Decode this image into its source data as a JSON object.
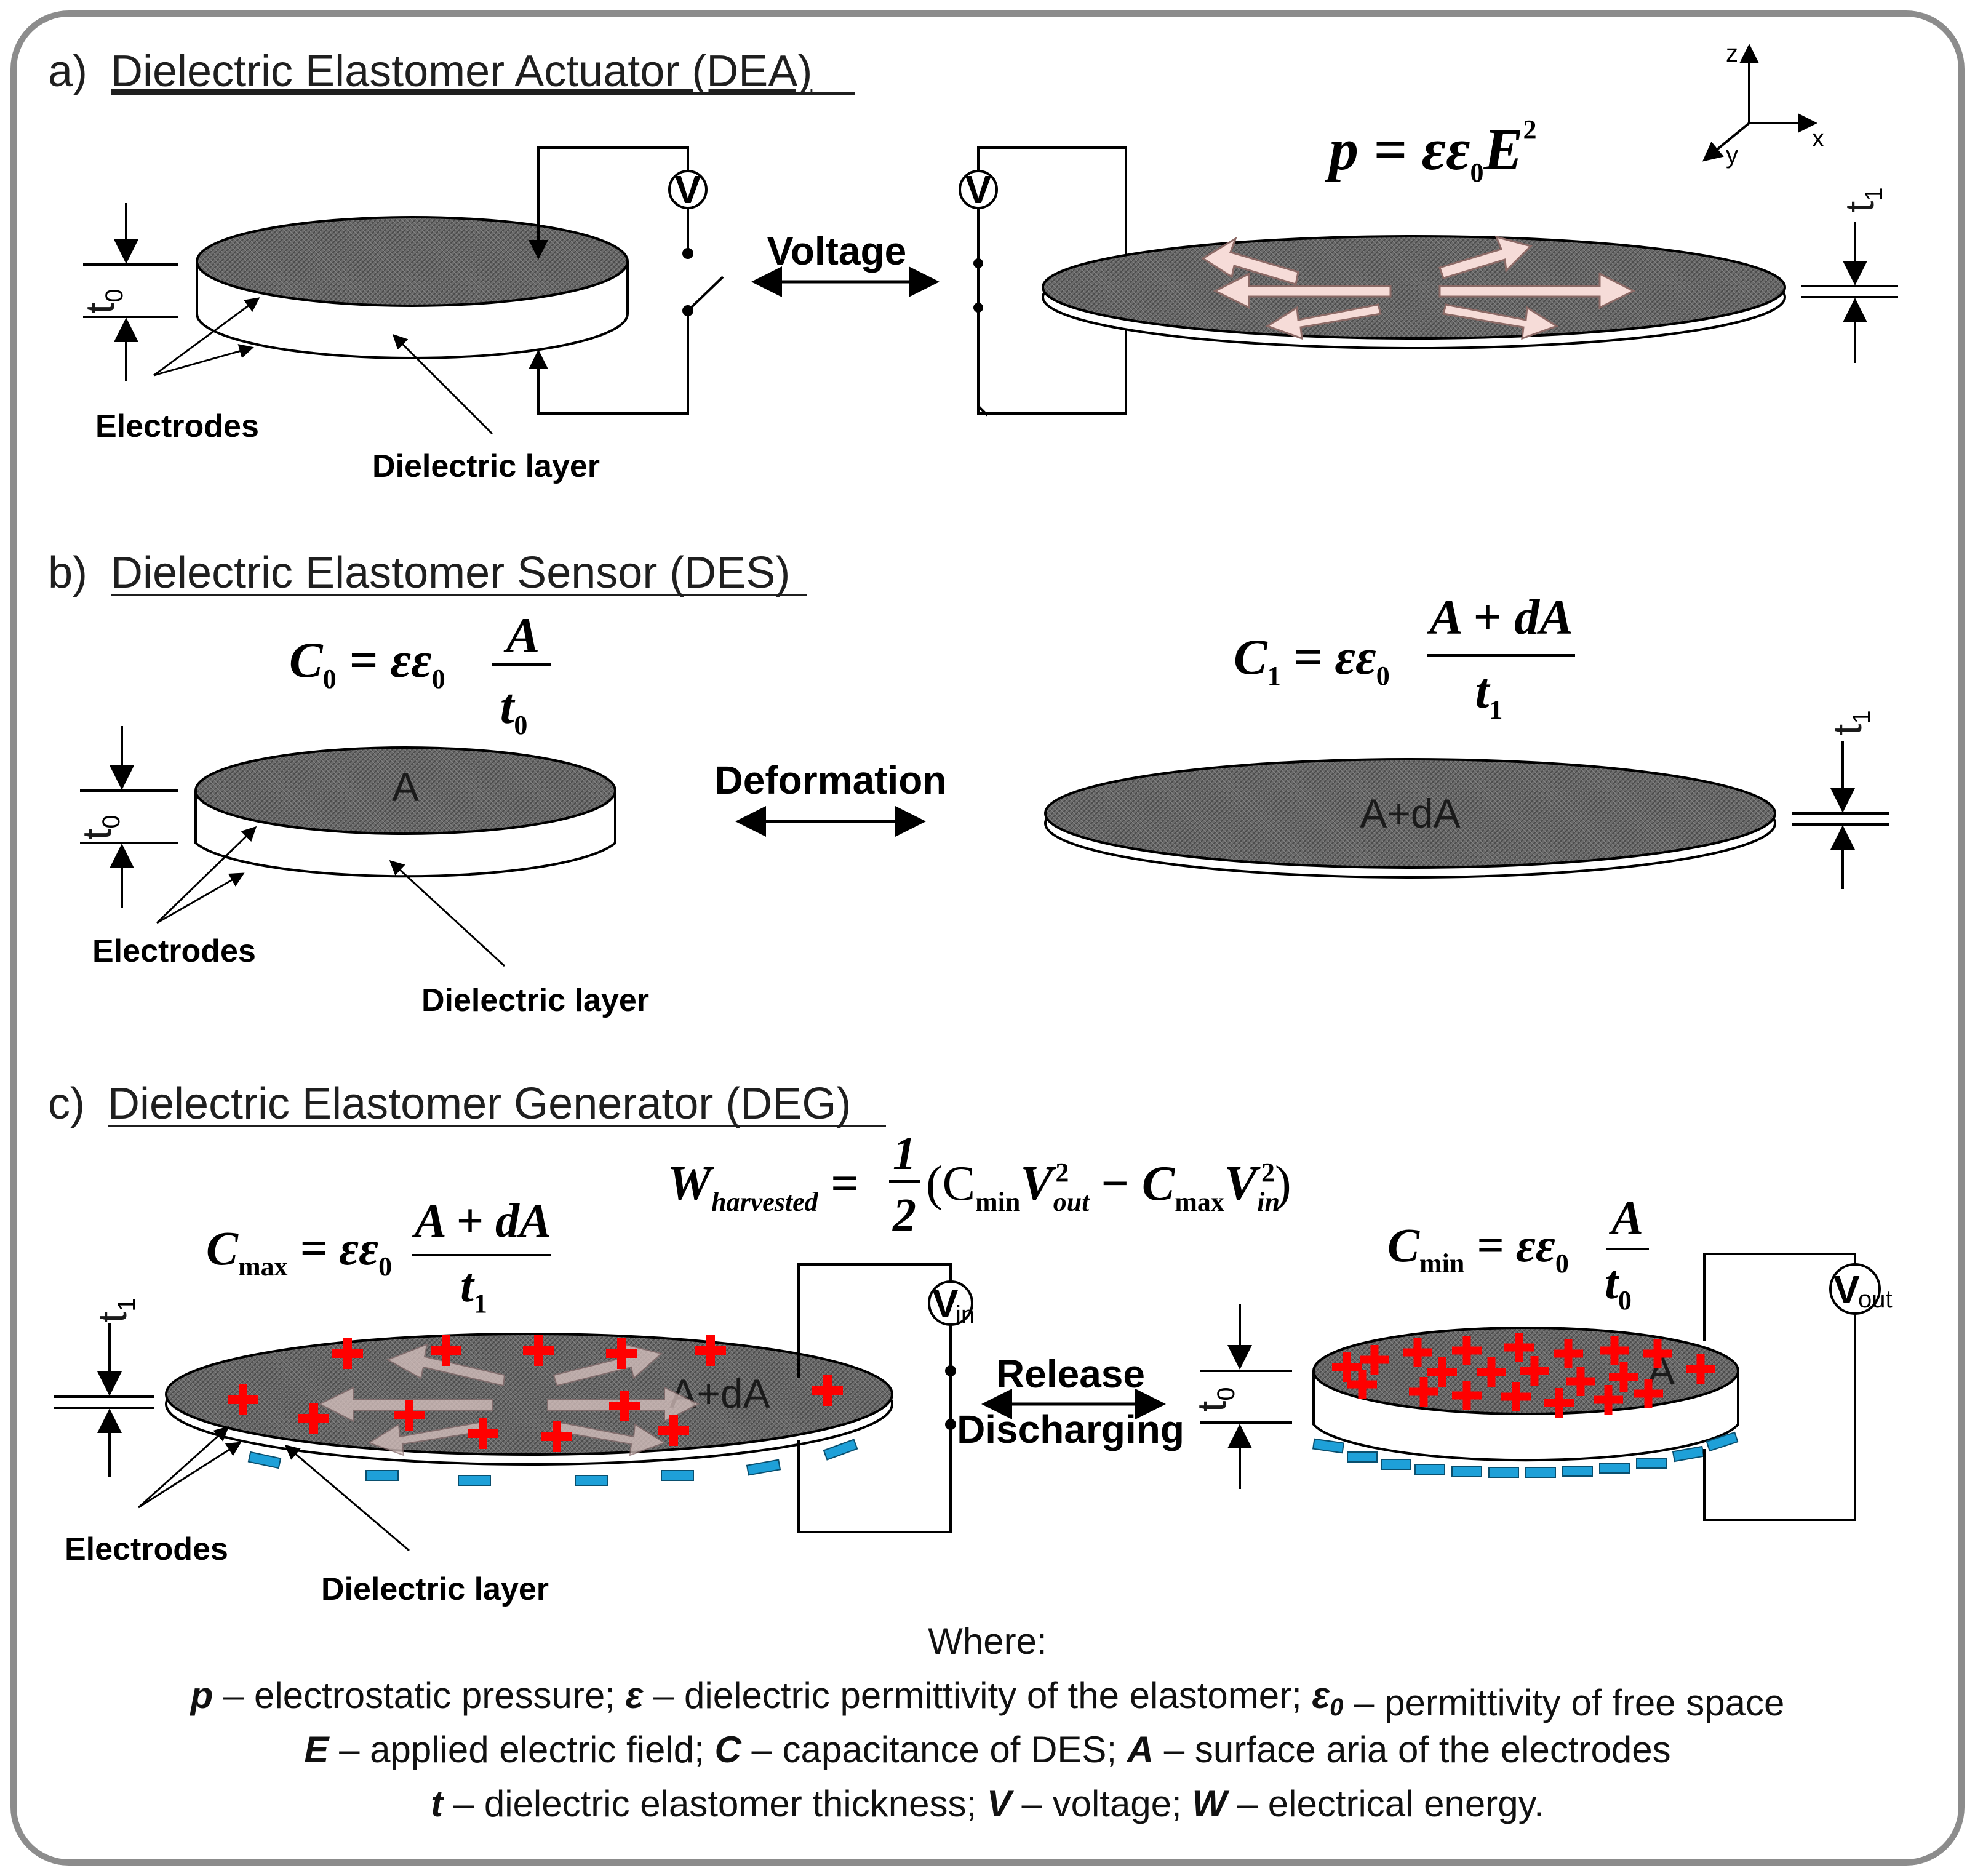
{
  "sections": {
    "a": {
      "letter": "a)",
      "title": "Dielectric Elastomer Actuator (DEA)"
    },
    "b": {
      "letter": "b)",
      "title": "Dielectric Elastomer Sensor (DES)"
    },
    "c": {
      "letter": "c)",
      "title": "Dielectric Elastomer Generator (DEG)"
    }
  },
  "labels": {
    "electrodes": "Electrodes",
    "dielectric_layer": "Dielectric layer",
    "voltage": "Voltage",
    "deformation": "Deformation",
    "release": "Release",
    "discharging": "Discharging",
    "area": "A",
    "area_stretched": "A+dA",
    "voltmeter": "V",
    "v_in": "in",
    "v_out": "out",
    "t_base": "t",
    "t0_sub": "0",
    "t1_sub": "1"
  },
  "axes": {
    "z": "z",
    "x": "x",
    "y": "y"
  },
  "equations": {
    "pressure": {
      "lhs": "p",
      "eq": " = εε",
      "sub": "0",
      "var": "E",
      "sup": "2"
    },
    "c0": {
      "lhs": "C",
      "lhs_sub": "0",
      "eq": " = εε",
      "sub": "0",
      "num": "A",
      "den": "t",
      "den_sub": "0"
    },
    "c1": {
      "lhs": "C",
      "lhs_sub": "1",
      "eq": " = εε",
      "sub": "0",
      "num": "A + dA",
      "den": "t",
      "den_sub": "1"
    },
    "cmax": {
      "lhs": "C",
      "lhs_sub": "max",
      "eq": " = εε",
      "sub": "0",
      "num": "A + dA",
      "den": "t",
      "den_sub": "1"
    },
    "cmin": {
      "lhs": "C",
      "lhs_sub": "min",
      "eq": " = εε",
      "sub": "0",
      "num": "A",
      "den": "t",
      "den_sub": "0"
    },
    "w": {
      "lhs": "W",
      "lhs_sub": "harvested",
      "eq": " = ",
      "num": "1",
      "den": "2",
      "open": "(C",
      "s1": "min",
      "v1": "V",
      "v1sub": "out",
      "sq": "2",
      "mid": " − C",
      "s2": "max",
      "v2": "V",
      "v2sub": "in",
      "close": ")"
    }
  },
  "legend": {
    "where": "Where:",
    "line1": [
      {
        "t": "p",
        "b": true
      },
      {
        "t": " – electrostatic pressure; "
      },
      {
        "t": "ε",
        "b": true
      },
      {
        "t": " – dielectric permittivity of the elastomer; "
      },
      {
        "t": "ε",
        "b": true
      },
      {
        "t": "0",
        "b": true,
        "sub": true
      },
      {
        "t": " – permittivity of free space"
      }
    ],
    "line2": [
      {
        "t": "E",
        "b": true
      },
      {
        "t": " – applied electric field; "
      },
      {
        "t": "C",
        "b": true
      },
      {
        "t": " – capacitance of DES; "
      },
      {
        "t": "A",
        "b": true
      },
      {
        "t": " – surface aria of the electrodes"
      }
    ],
    "line3": [
      {
        "t": "t",
        "b": true
      },
      {
        "t": " – dielectric elastomer thickness; "
      },
      {
        "t": "V",
        "b": true
      },
      {
        "t": " – voltage; "
      },
      {
        "t": "W",
        "b": true
      },
      {
        "t": " – electrical energy."
      }
    ]
  },
  "colors": {
    "electrode": "#6e6e6e",
    "plus": "#ff0000",
    "minus": "#1ea0d8",
    "arrow_fill": "#f6dcd8",
    "frame": "#8c8c8c"
  }
}
